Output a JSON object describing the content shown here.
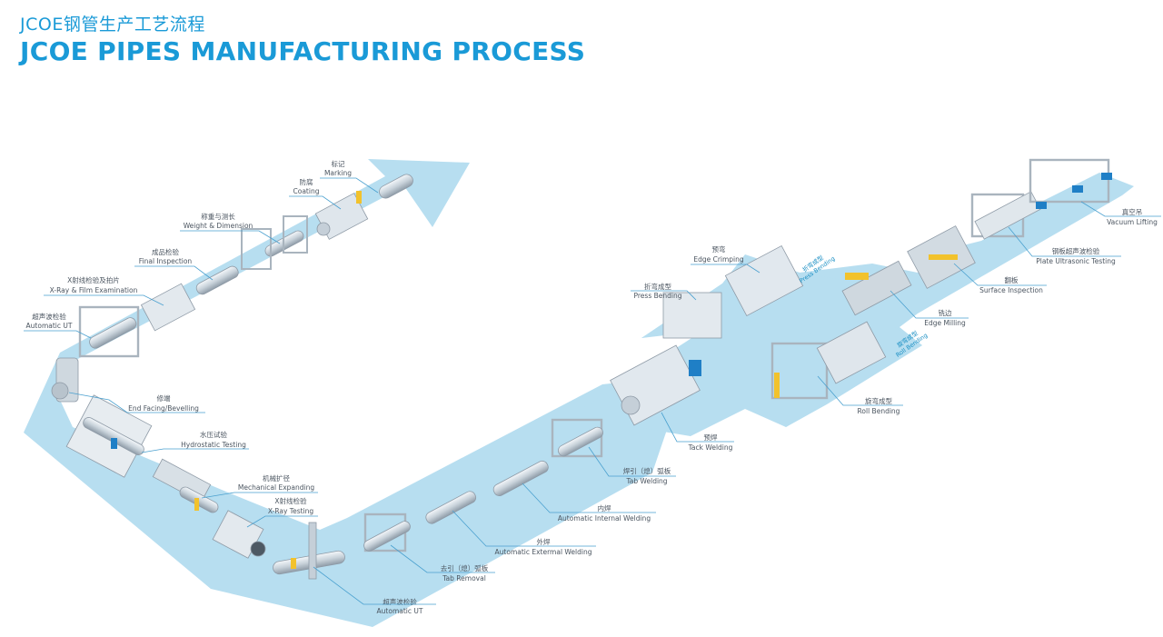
{
  "header": {
    "title_cn": "JCOE钢管生产工艺流程",
    "title_en": "JCOE PIPES MANUFACTURING PROCESS"
  },
  "colors": {
    "title": "#1a9ad7",
    "path": "#b7def0",
    "accent_yellow": "#f2c22c",
    "accent_blue": "#1f7fc6",
    "machine": "#dfe6ec",
    "label_line": "#4aa0cf"
  },
  "stations": [
    {
      "id": "marking",
      "cn": "标记",
      "en": "Marking"
    },
    {
      "id": "coating",
      "cn": "防腐",
      "en": "Coating"
    },
    {
      "id": "weight",
      "cn": "称重与测长",
      "en": "Weight & Dimension"
    },
    {
      "id": "final",
      "cn": "成品检验",
      "en": "Final Inspection"
    },
    {
      "id": "xray-film",
      "cn": "X射线检验及拍片",
      "en": "X-Ray & Film Examination"
    },
    {
      "id": "ut-top",
      "cn": "超声波检验",
      "en": "Automatic UT"
    },
    {
      "id": "end-facing",
      "cn": "修端",
      "en": "End Facing/Bevelling"
    },
    {
      "id": "hydro",
      "cn": "水压试验",
      "en": "Hydrostatic Testing"
    },
    {
      "id": "expanding",
      "cn": "机械扩径",
      "en": "Mechanical Expanding"
    },
    {
      "id": "xray",
      "cn": "X射线检验",
      "en": "X-Ray Testing"
    },
    {
      "id": "ut-bottom",
      "cn": "超声波检验",
      "en": "Automatic UT"
    },
    {
      "id": "tab-removal",
      "cn": "去引（熄）弧板",
      "en": "Tab Removal"
    },
    {
      "id": "ext-weld",
      "cn": "外焊",
      "en": "Automatic Extermal Welding"
    },
    {
      "id": "int-weld",
      "cn": "内焊",
      "en": "Automatic Internal Welding"
    },
    {
      "id": "tab-weld",
      "cn": "焊引（熄）弧板",
      "en": "Tab Welding"
    },
    {
      "id": "tack",
      "cn": "预焊",
      "en": "Tack Welding"
    },
    {
      "id": "roll",
      "cn": "旋弯成型",
      "en": "Roll Bending"
    },
    {
      "id": "press",
      "cn": "折弯成型",
      "en": "Press Bending"
    },
    {
      "id": "crimp",
      "cn": "预弯",
      "en": "Edge Crimping"
    },
    {
      "id": "milling",
      "cn": "铣边",
      "en": "Edge Milling"
    },
    {
      "id": "surface",
      "cn": "翻板",
      "en": "Surface Inspection"
    },
    {
      "id": "plate-ut",
      "cn": "钢板超声波检验",
      "en": "Plate Ultrasonic Testing"
    },
    {
      "id": "vacuum",
      "cn": "真空吊",
      "en": "Vacuum Lifting"
    }
  ],
  "path_labels": [
    {
      "id": "press-bend-path",
      "cn": "折弯成型",
      "en": "Press Bending"
    },
    {
      "id": "roll-bend-path",
      "cn": "旋弯成型",
      "en": "Roll Bending"
    }
  ]
}
